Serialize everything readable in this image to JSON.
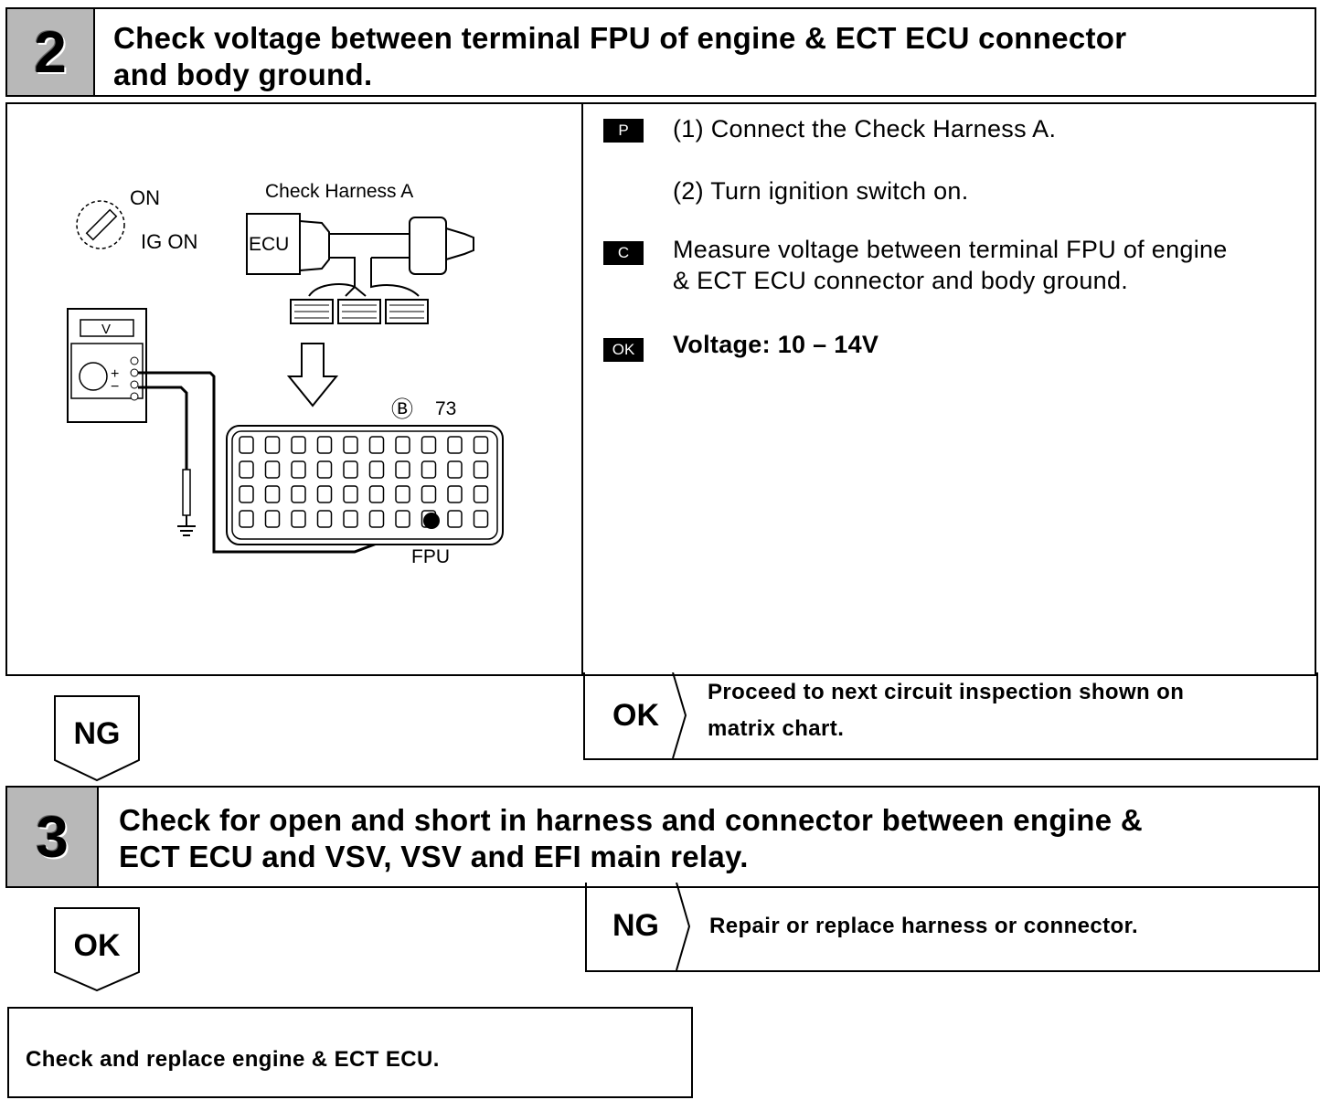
{
  "step2": {
    "number": "2",
    "title_line1": "Check voltage between terminal FPU of engine & ECT ECU connector",
    "title_line2": "and body ground."
  },
  "diagram": {
    "ignition_on": "ON",
    "ignition_ig_on": "IG ON",
    "harness_label": "Check Harness A",
    "ecu_label": "ECU",
    "meter_label": "V",
    "plus": "+",
    "minus": "−",
    "connector_mark": "Ⓑ",
    "connector_number": "73",
    "terminal_label": "FPU"
  },
  "instructions": [
    {
      "badge": "P",
      "text": "(1)  Connect the Check Harness A."
    },
    {
      "badge": "",
      "text": "(2)  Turn ignition switch on."
    },
    {
      "badge": "C",
      "text_line1": "Measure voltage between terminal FPU of engine",
      "text_line2": "& ECT ECU connector and body ground."
    },
    {
      "badge": "OK",
      "text": "Voltage:   10 – 14V"
    }
  ],
  "result_ok_step2": {
    "label": "OK",
    "line1": "Proceed to next circuit inspection shown on",
    "line2": "matrix chart."
  },
  "branch_ng": {
    "label": "NG"
  },
  "step3": {
    "number": "3",
    "title_line1": "Check for open and short in harness and connector between engine &",
    "title_line2": "ECT ECU and VSV, VSV and EFI main relay."
  },
  "result_ng_step3": {
    "label": "NG",
    "text": "Repair or replace harness or connector."
  },
  "branch_ok": {
    "label": "OK"
  },
  "final": {
    "text": "Check and replace engine & ECT ECU."
  }
}
